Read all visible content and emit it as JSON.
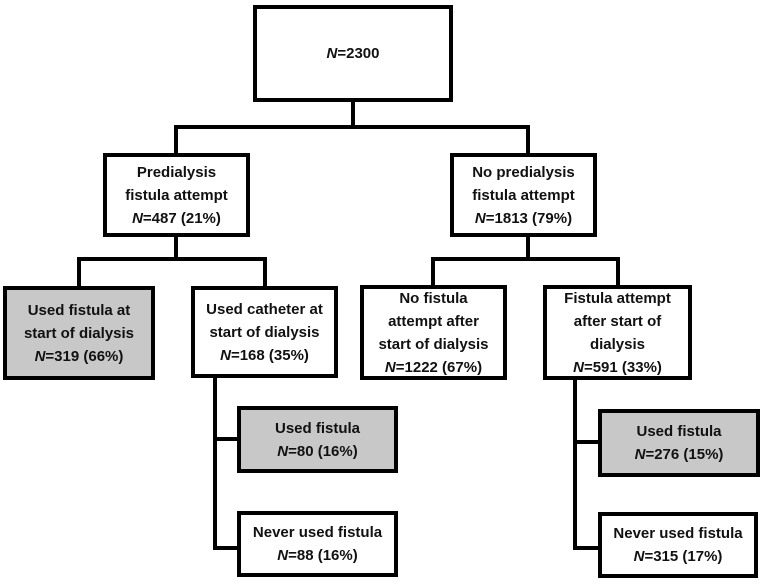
{
  "figure": {
    "background": "#ffffff",
    "line_color": "#000000",
    "box_border_color": "#000000",
    "box_fill": "#ffffff",
    "box_fill_shaded": "#c8c8c8",
    "text_color": "#111111"
  },
  "nodes": {
    "total": {
      "lines": [],
      "n_label": "N",
      "value": "=2300",
      "shaded": false
    },
    "predialysis_attempt": {
      "lines": [
        "Predialysis",
        "fistula attempt"
      ],
      "n_label": "N",
      "value": "=487 (21%)",
      "shaded": false
    },
    "no_predialysis_attempt": {
      "lines": [
        "No predialysis",
        "fistula attempt"
      ],
      "n_label": "N",
      "value": "=1813 (79%)",
      "shaded": false
    },
    "used_fistula_at_start": {
      "lines": [
        "Used fistula at",
        "start of dialysis"
      ],
      "n_label": "N",
      "value": "=319 (66%)",
      "shaded": true
    },
    "used_catheter_at_start": {
      "lines": [
        "Used catheter at",
        "start of dialysis"
      ],
      "n_label": "N",
      "value": "=168 (35%)",
      "shaded": false
    },
    "no_attempt_after_start": {
      "lines": [
        "No fistula",
        "attempt after",
        "start of dialysis"
      ],
      "n_label": "N",
      "value": "=1222 (67%)",
      "shaded": false
    },
    "attempt_after_start": {
      "lines": [
        "Fistula attempt",
        "after start of",
        "dialysis"
      ],
      "n_label": "N",
      "value": "=591 (33%)",
      "shaded": false
    },
    "catheter_used_fistula": {
      "lines": [
        "Used fistula"
      ],
      "n_label": "N",
      "value": "=80 (16%)",
      "shaded": true
    },
    "catheter_never_used": {
      "lines": [
        "Never used fistula"
      ],
      "n_label": "N",
      "value": "=88 (16%)",
      "shaded": false
    },
    "after_used_fistula": {
      "lines": [
        "Used fistula"
      ],
      "n_label": "N",
      "value": "=276 (15%)",
      "shaded": true
    },
    "after_never_used": {
      "lines": [
        "Never used fistula"
      ],
      "n_label": "N",
      "value": "=315 (17%)",
      "shaded": false
    }
  }
}
